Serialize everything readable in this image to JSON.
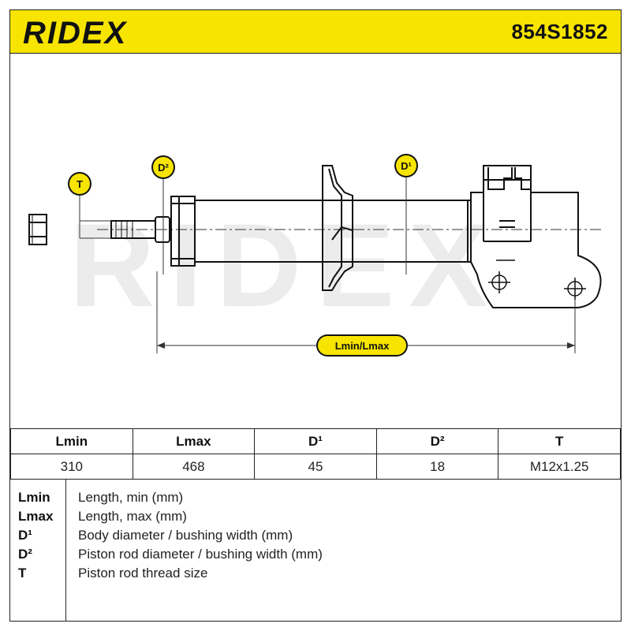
{
  "header": {
    "brand": "RIDEX",
    "part_number": "854S1852",
    "accent_color": "#f7e400"
  },
  "drawing": {
    "watermark": "RIDEX",
    "labels": {
      "t": "T",
      "d2": "D²",
      "d1": "D¹",
      "length": "Lmin/Lmax"
    }
  },
  "spec_table": {
    "headers": [
      "Lmin",
      "Lmax",
      "D¹",
      "D²",
      "T"
    ],
    "values": [
      "310",
      "468",
      "45",
      "18",
      "M12x1.25"
    ]
  },
  "legend": [
    {
      "key": "Lmin",
      "desc": "Length, min (mm)"
    },
    {
      "key": "Lmax",
      "desc": "Length, max (mm)"
    },
    {
      "key": "D¹",
      "desc": "Body diameter / bushing width (mm)"
    },
    {
      "key": "D²",
      "desc": "Piston rod diameter / bushing width (mm)"
    },
    {
      "key": "T",
      "desc": "Piston rod thread size"
    }
  ]
}
